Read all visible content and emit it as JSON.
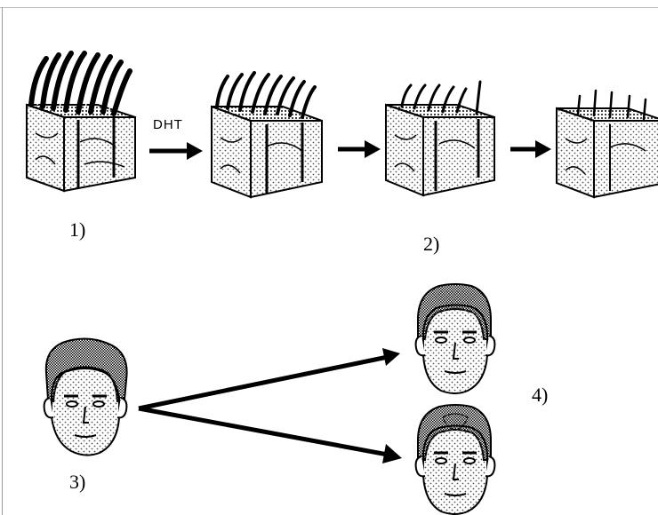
{
  "labels": {
    "one": "1)",
    "two": "2)",
    "three": "3)",
    "four": "4)",
    "dht": "DHT"
  },
  "colors": {
    "ink": "#000000",
    "paper": "#ffffff",
    "skin_dot": "#555555"
  },
  "icons": {
    "skin_blocks": [
      "skin-block-dense-hair-icon",
      "skin-block-thinning-hair-icon",
      "skin-block-sparse-hair-icon",
      "skin-block-miniaturized-hair-icon"
    ],
    "faces": [
      "full-hair-face-icon",
      "receding-hairline-face-icon",
      "crown-thinning-face-icon"
    ],
    "arrows": [
      "arrow-right-icon",
      "arrow-right-icon",
      "arrow-right-icon",
      "arrow-diagonal-up-icon",
      "arrow-diagonal-down-icon"
    ]
  }
}
